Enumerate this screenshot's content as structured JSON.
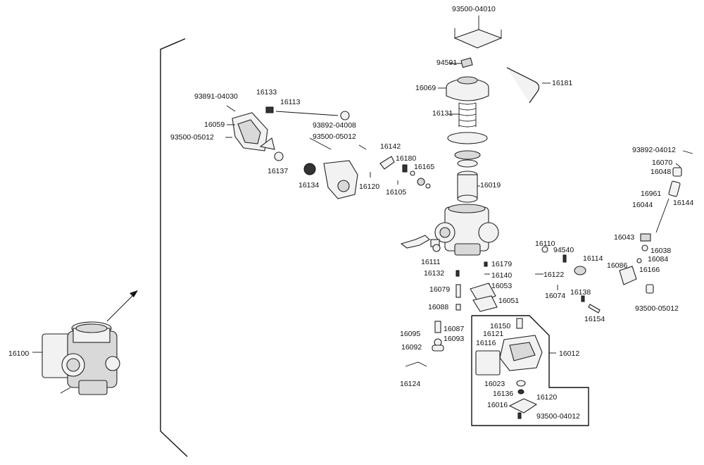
{
  "diagram": {
    "assembly_label": "16100",
    "sub_assembly_label": "16012",
    "labels": [
      {
        "id": "93500-04010"
      },
      {
        "id": "94591"
      },
      {
        "id": "16069"
      },
      {
        "id": "16181"
      },
      {
        "id": "16131"
      },
      {
        "id": "16019"
      },
      {
        "id": "93891-04030"
      },
      {
        "id": "16133"
      },
      {
        "id": "16113"
      },
      {
        "id": "16059"
      },
      {
        "id": "93500-05012"
      },
      {
        "id": "93892-04008"
      },
      {
        "id": "93500-05012"
      },
      {
        "id": "16142"
      },
      {
        "id": "16180"
      },
      {
        "id": "16165"
      },
      {
        "id": "16137"
      },
      {
        "id": "16134"
      },
      {
        "id": "16120"
      },
      {
        "id": "16105"
      },
      {
        "id": "93892-04012"
      },
      {
        "id": "16070"
      },
      {
        "id": "16048"
      },
      {
        "id": "16961"
      },
      {
        "id": "16044"
      },
      {
        "id": "16144"
      },
      {
        "id": "16043"
      },
      {
        "id": "16038"
      },
      {
        "id": "16084"
      },
      {
        "id": "16086"
      },
      {
        "id": "16166"
      },
      {
        "id": "93500-05012"
      },
      {
        "id": "16110"
      },
      {
        "id": "94540"
      },
      {
        "id": "16114"
      },
      {
        "id": "16111"
      },
      {
        "id": "16179"
      },
      {
        "id": "16132"
      },
      {
        "id": "16140"
      },
      {
        "id": "16122"
      },
      {
        "id": "16053"
      },
      {
        "id": "16079"
      },
      {
        "id": "16074"
      },
      {
        "id": "16138"
      },
      {
        "id": "16051"
      },
      {
        "id": "16088"
      },
      {
        "id": "16154"
      },
      {
        "id": "16150"
      },
      {
        "id": "16121"
      },
      {
        "id": "16095"
      },
      {
        "id": "16087"
      },
      {
        "id": "16093"
      },
      {
        "id": "16116"
      },
      {
        "id": "16092"
      },
      {
        "id": "16012"
      },
      {
        "id": "16124"
      },
      {
        "id": "16023"
      },
      {
        "id": "16136"
      },
      {
        "id": "16120"
      },
      {
        "id": "16016"
      },
      {
        "id": "93500-04012"
      },
      {
        "id": "16100"
      }
    ]
  }
}
